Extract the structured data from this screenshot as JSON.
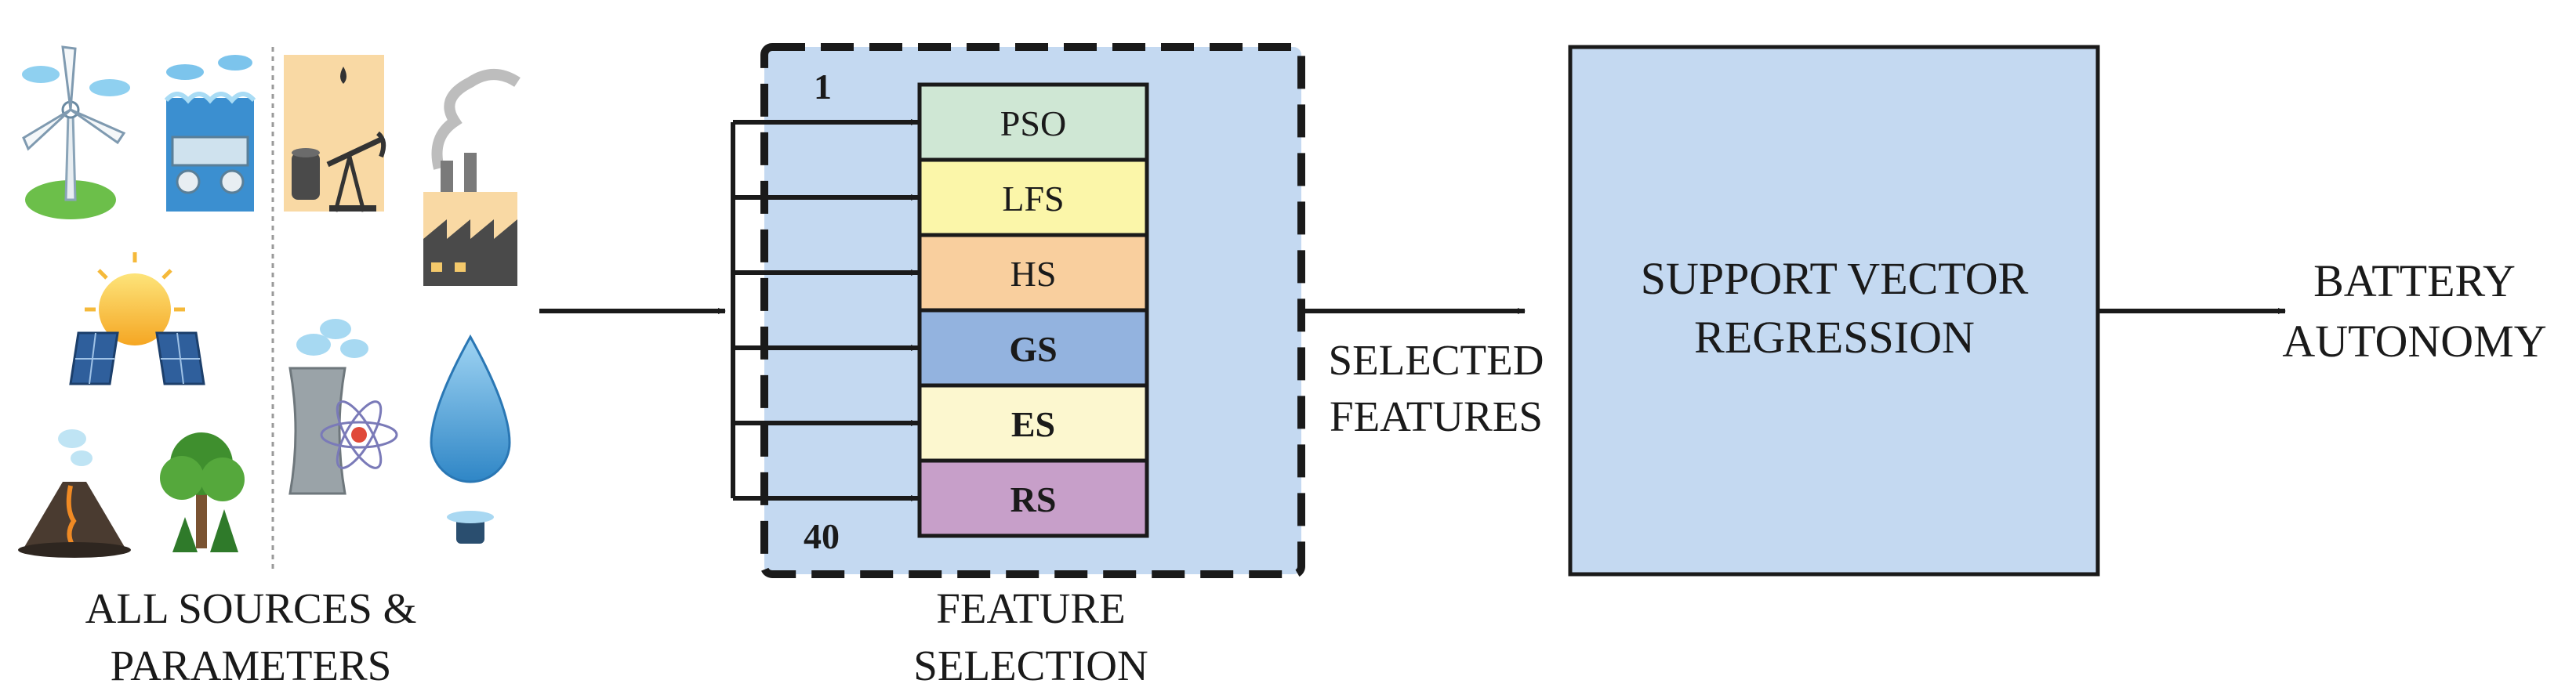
{
  "sources": {
    "label_line1": "ALL SOURCES &",
    "label_line2": "PARAMETERS",
    "icons": [
      "wind-turbine-icon",
      "hydro-dam-icon",
      "oil-pump-icon",
      "factory-icon",
      "solar-panel-icon",
      "nuclear-plant-icon",
      "water-drop-icon",
      "volcano-icon",
      "tree-icon"
    ]
  },
  "feature_selection": {
    "label_line1": "FEATURE",
    "label_line2": "SELECTION",
    "index_top": "1",
    "index_bottom": "40",
    "methods": [
      {
        "label": "PSO",
        "color": "#cfe7d4",
        "bold": false
      },
      {
        "label": "LFS",
        "color": "#fbf6a9",
        "bold": false
      },
      {
        "label": "HS",
        "color": "#f9cf9e",
        "bold": false
      },
      {
        "label": "GS",
        "color": "#93b3df",
        "bold": true
      },
      {
        "label": "ES",
        "color": "#fcf7cf",
        "bold": true
      },
      {
        "label": "RS",
        "color": "#c79fc9",
        "bold": true
      }
    ],
    "panel_color": "#c4d9f1"
  },
  "selected_features": {
    "line1": "SELECTED",
    "line2": "FEATURES"
  },
  "svr": {
    "line1": "SUPPORT VECTOR",
    "line2": "REGRESSION",
    "color": "#c4d9f1"
  },
  "output": {
    "line1": "BATTERY",
    "line2": "AUTONOMY"
  }
}
